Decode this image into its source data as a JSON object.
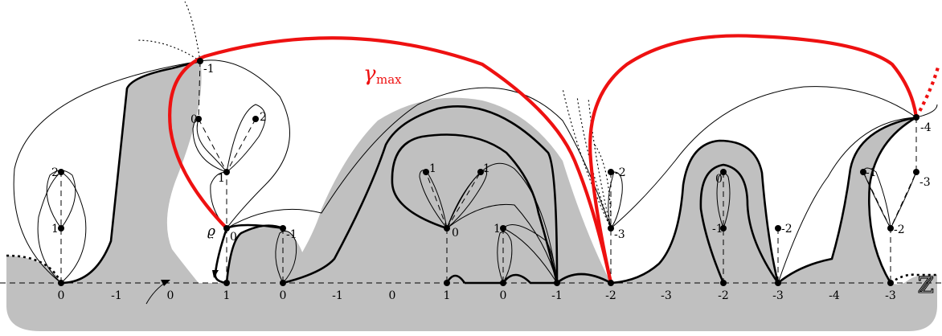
{
  "baseline_labels": [
    "0",
    "-1",
    "0",
    "1",
    "0",
    "-1",
    "0",
    "1",
    "0",
    "-1",
    "-2",
    "-3",
    "-2",
    "-3",
    "-4",
    "-3"
  ],
  "vertex_labels": [
    "-1",
    "0",
    "2",
    "1",
    "2",
    "1",
    "0",
    "-1",
    "1",
    "1",
    "0",
    "1",
    "-2",
    "-3",
    "0",
    "-1",
    "-2",
    "-4",
    "-1",
    "-3",
    "-2"
  ],
  "gamma": {
    "symbol": "γ",
    "subscript": "max"
  },
  "rho_label": "ϱ",
  "integers_symbol": "ℤ",
  "colors": {
    "curve": "#ee1111",
    "shaded": "#c0c0c0",
    "lines": "#000000"
  }
}
